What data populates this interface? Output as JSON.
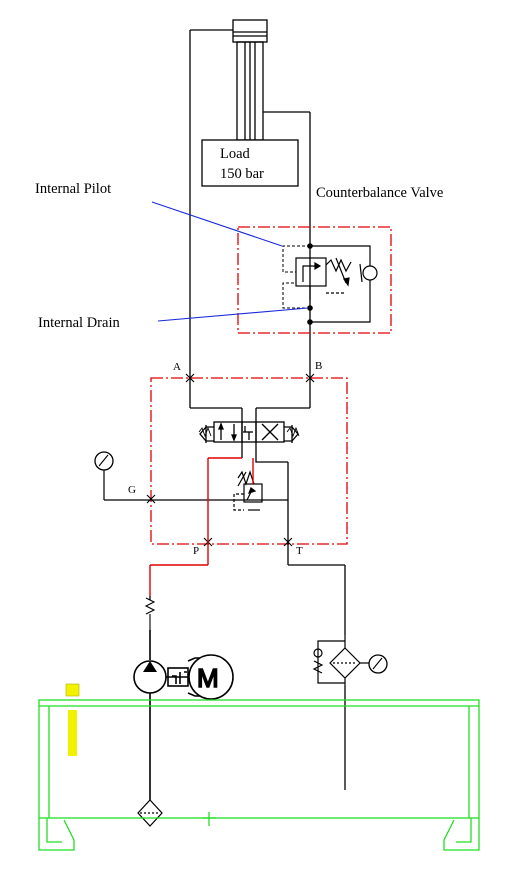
{
  "labels": {
    "load_line1": "Load",
    "load_line2": "150 bar",
    "internal_pilot": "Internal Pilot",
    "counterbalance_valve": "Counterbalance Valve",
    "internal_drain": "Internal Drain",
    "motor": "M"
  },
  "ports": {
    "a": "A",
    "b": "B",
    "g": "G",
    "p": "P",
    "t": "T"
  },
  "colors": {
    "line": "#000000",
    "pressure_line": "#e00000",
    "block_boundary": "#e00000",
    "leader": "#1a2bd8",
    "tank": "#22e022",
    "highlight": "#f2f200"
  }
}
